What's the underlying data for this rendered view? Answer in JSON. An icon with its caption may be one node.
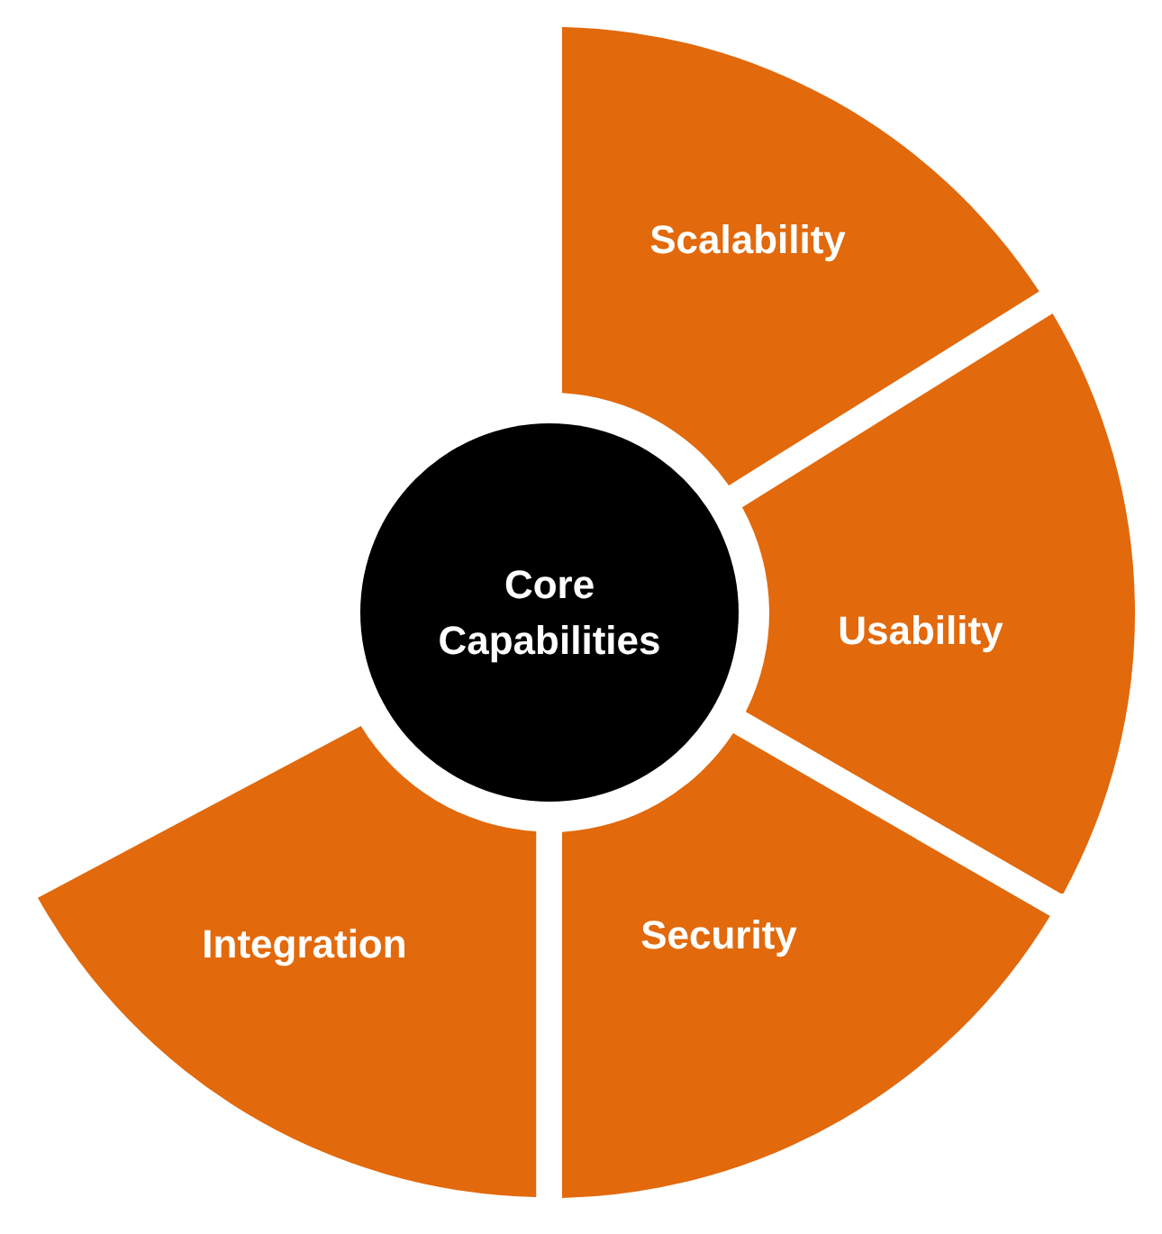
{
  "diagram": {
    "nodes": [
      {
        "text": [
          "Core Capabilities"
        ]
      },
      {
        "text": [
          "Scalability"
        ]
      },
      {
        "text": [
          "Usability"
        ]
      },
      {
        "text": [
          "Security"
        ]
      },
      {
        "text": [
          "Integration"
        ]
      }
    ]
  }
}
